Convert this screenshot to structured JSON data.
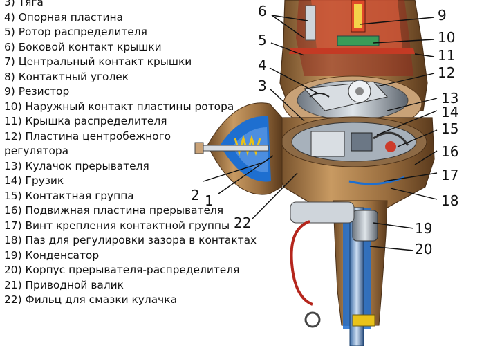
{
  "legend": [
    {
      "text": "3) Тяга"
    },
    {
      "text": "4) Опорная пластина"
    },
    {
      "text": "5) Ротор распределителя"
    },
    {
      "text": "6) Боковой контакт крышки"
    },
    {
      "text": "7) Центральный контакт крышки"
    },
    {
      "text": "8) Контактный уголек"
    },
    {
      "text": "9) Резистор"
    },
    {
      "text": "10) Наружный контакт пластины ротора"
    },
    {
      "text": "11) Крышка распределителя"
    },
    {
      "text": "12) Пластина центробежного"
    },
    {
      "text": "регулятора"
    },
    {
      "text": "13) Кулачок прерывателя"
    },
    {
      "text": "14) Грузик"
    },
    {
      "text": "15) Контактная группа"
    },
    {
      "text": "16) Подвижная пластина прерывателя"
    },
    {
      "text": "17) Винт крепления контактной группы"
    },
    {
      "text": "18) Паз для регулировки зазора в контактах"
    },
    {
      "text": "19) Конденсатор"
    },
    {
      "text": "20) Корпус прерывателя-распределителя"
    },
    {
      "text": "21) Приводной валик"
    },
    {
      "text": "22) Фильц для смазки кулачка"
    }
  ],
  "callouts": {
    "n1": "1",
    "n2": "2",
    "n3": "3",
    "n4": "4",
    "n5": "5",
    "n6": "6",
    "n9": "9",
    "n10": "10",
    "n11": "11",
    "n12": "12",
    "n13": "13",
    "n14": "14",
    "n15": "15",
    "n16": "16",
    "n17": "17",
    "n18": "18",
    "n19": "19",
    "n20": "20",
    "n22": "22"
  },
  "colors": {
    "housing": "#b98a55",
    "housing_dark": "#7a5530",
    "cap_red": "#c0392b",
    "metal": "#a9b3bd",
    "cutaway_blue": "#1e6fd0",
    "spring_yellow": "#e9c21a"
  }
}
